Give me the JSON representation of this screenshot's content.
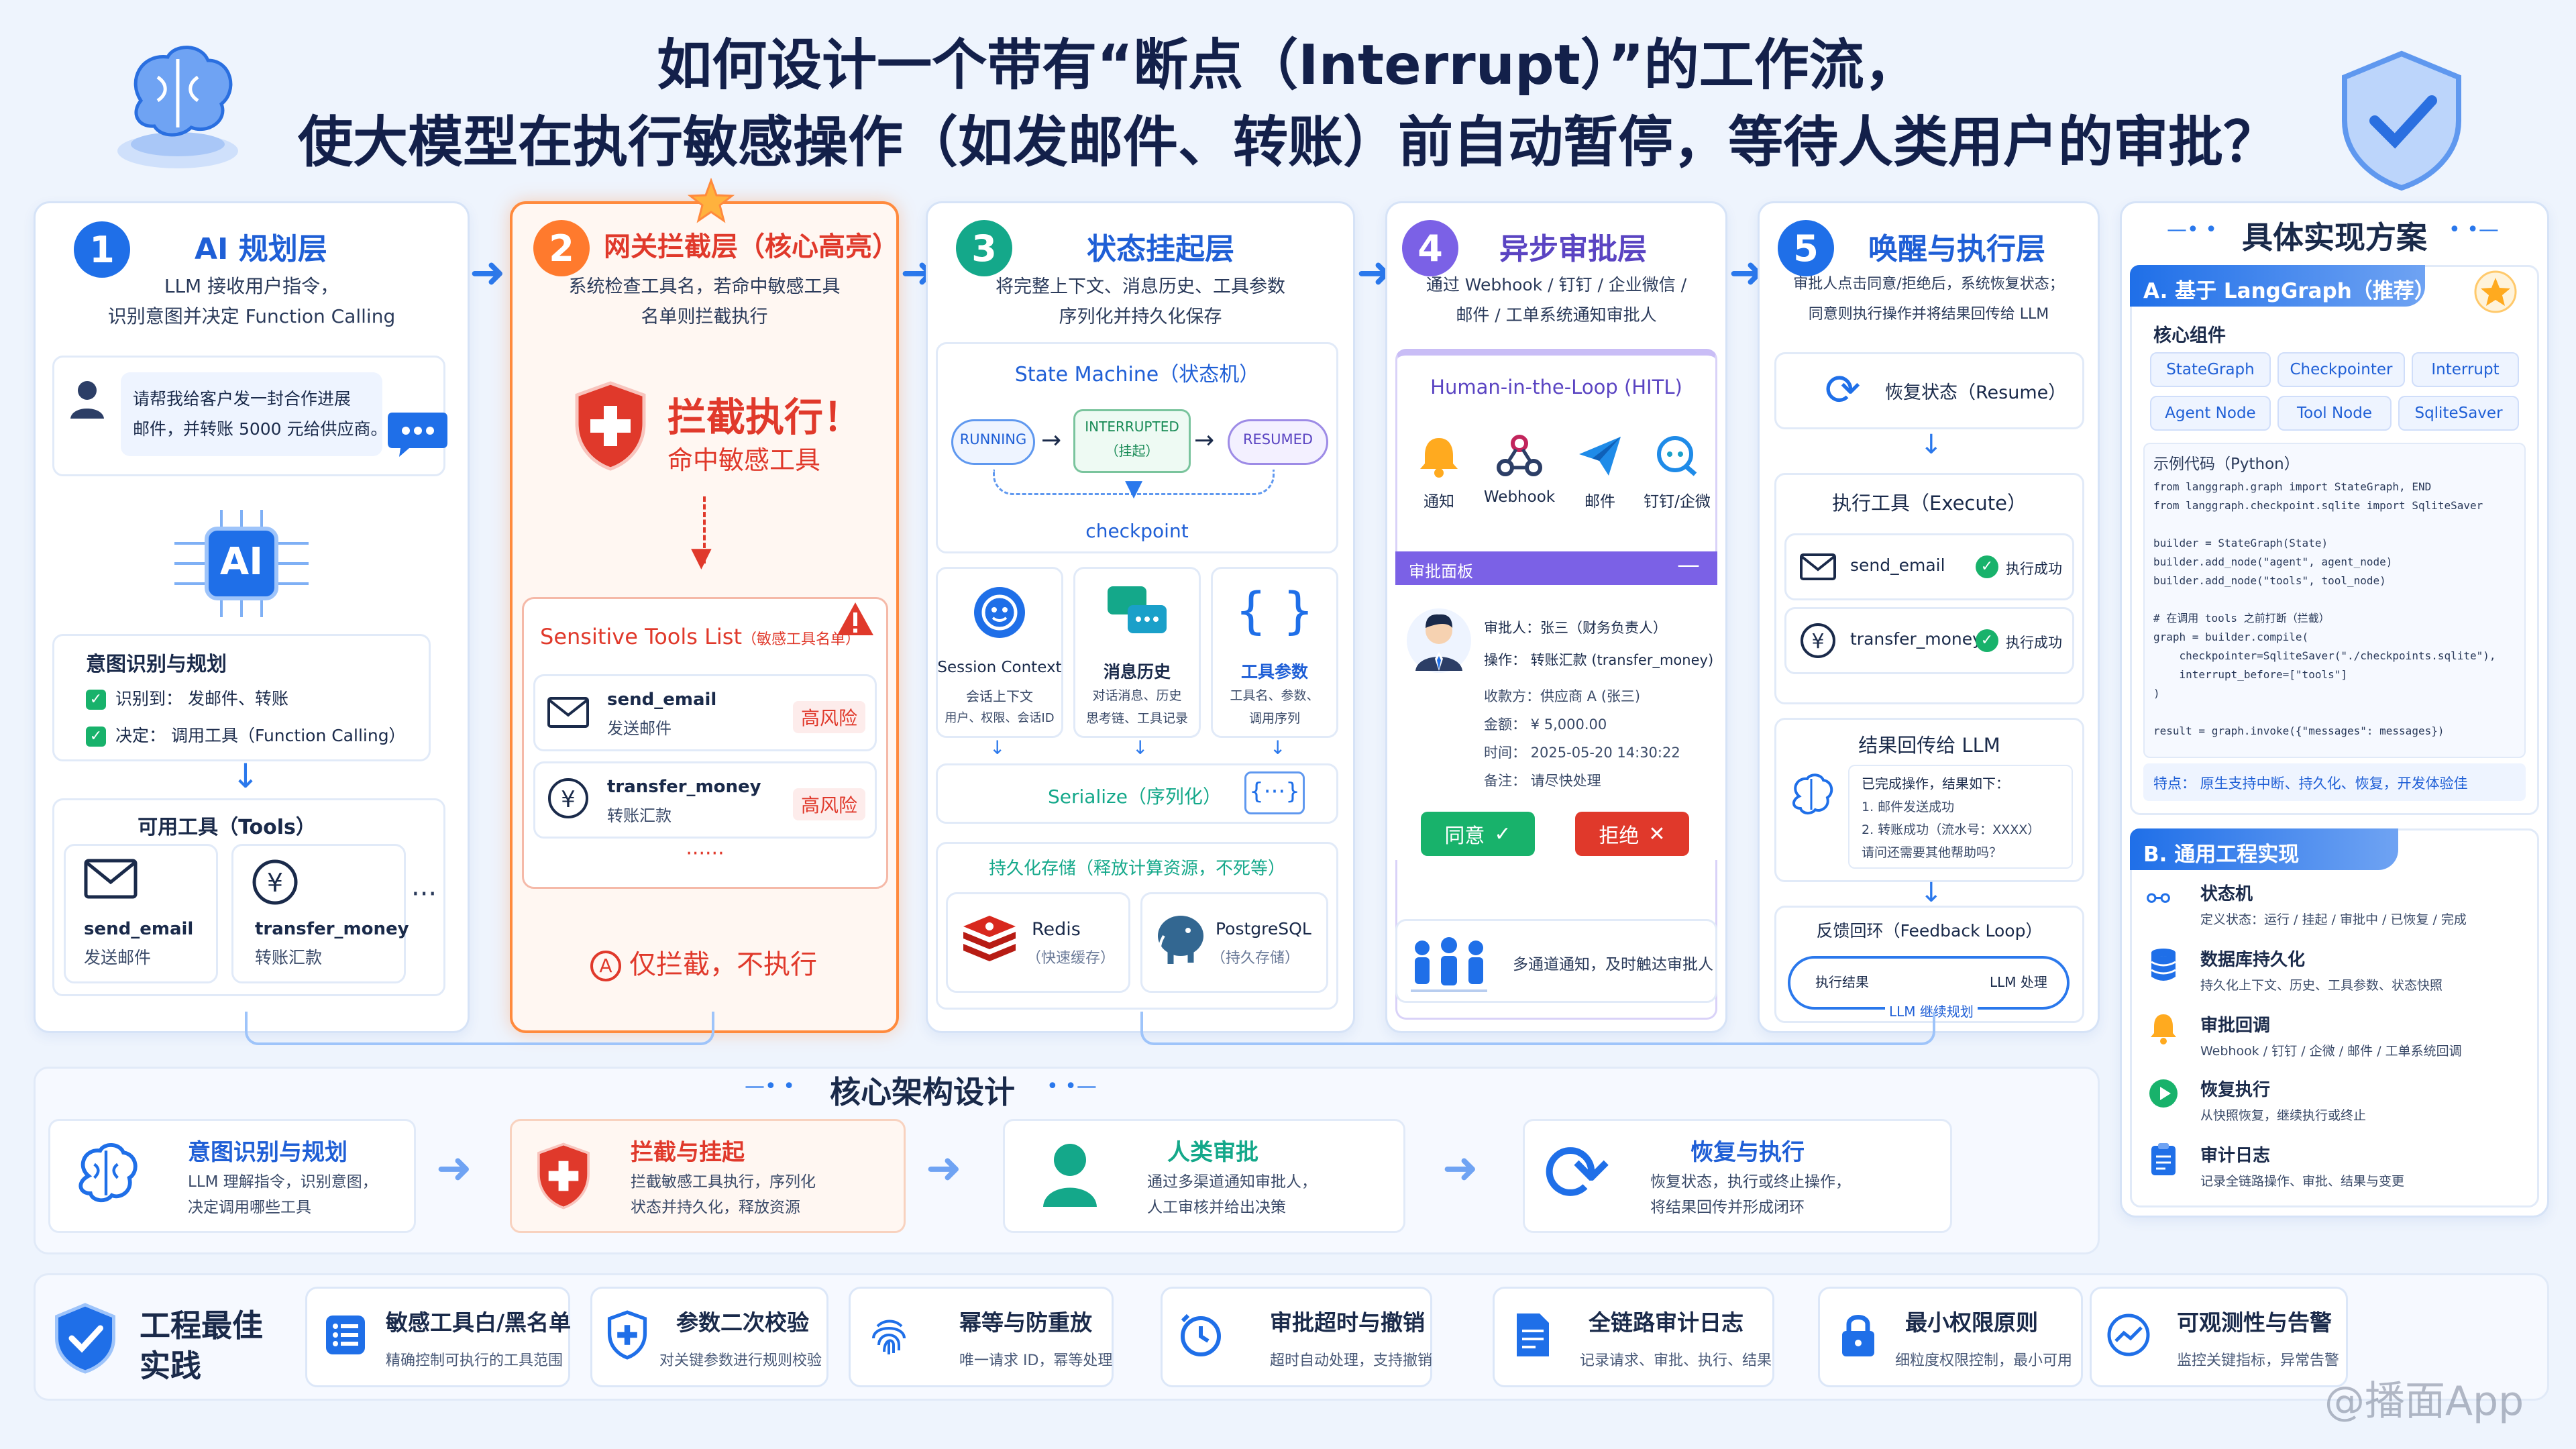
{
  "title": {
    "line1": "如何设计一个带有“断点（Interrupt）”的工作流，",
    "line2": "使大模型在执行敏感操作（如发邮件、转账）前自动暂停，等待人类用户的审批？"
  },
  "layer1": {
    "num": "1",
    "title": "AI 规划层",
    "desc1": "LLM 接收用户指令，",
    "desc2": "识别意图并决定 Function Calling",
    "chat1": "请帮我给客户发一封合作进展",
    "chat2": "邮件，并转账 5000 元给供应商。",
    "chip": "AI",
    "intent_title": "意图识别与规划",
    "intent_1": "识别到：  发邮件、转账",
    "intent_2": "决定：   调用工具（Function Calling）",
    "tools_title": "可用工具（Tools）",
    "tool1_name": "send_email",
    "tool1_desc": "发送邮件",
    "tool2_name": "transfer_money",
    "tool2_desc": "转账汇款",
    "more": "···"
  },
  "layer2": {
    "num": "2",
    "title": "网关拦截层（核心高亮）",
    "desc1": "系统检查工具名，若命中敏感工具",
    "desc2": "名单则拦截执行",
    "block_title": "拦截执行！",
    "block_sub": "命中敏感工具",
    "list_title": "Sensitive Tools List",
    "list_sub": "（敏感工具名单）",
    "item1_name": "send_email",
    "item1_desc": "发送邮件",
    "item1_risk": "高风险",
    "item2_name": "transfer_money",
    "item2_desc": "转账汇款",
    "item2_risk": "高风险",
    "dots": "······",
    "footer": "仅拦截，不执行"
  },
  "layer3": {
    "num": "3",
    "title": "状态挂起层",
    "desc1": "将完整上下文、消息历史、工具参数",
    "desc2": "序列化并持久化保存",
    "sm_title": "State Machine（状态机）",
    "s1": "RUNNING",
    "s2a": "INTERRUPTED",
    "s2b": "（挂起）",
    "s3": "RESUMED",
    "checkpoint": "checkpoint",
    "ctx_title": "Session Context",
    "ctx_1": "会话上下文",
    "ctx_2": "用户、权限、会话ID",
    "hist_title": "消息历史",
    "hist_1": "对话消息、历史",
    "hist_2": "思考链、工具记录",
    "param_title": "工具参数",
    "param_1": "工具名、参数、",
    "param_2": "调用序列",
    "serialize": "Serialize（序列化）",
    "persist": "持久化存储（释放计算资源，不死等）",
    "redis": "Redis",
    "redis_sub": "（快速缓存）",
    "pg": "PostgreSQL",
    "pg_sub": "（持久存储）"
  },
  "layer4": {
    "num": "4",
    "title": "异步审批层",
    "desc1": "通过 Webhook / 钉钉 / 企业微信 /",
    "desc2": "邮件 / 工单系统通知审批人",
    "hitl": "Human-in-the-Loop (HITL)",
    "ch1": "通知",
    "ch2": "Webhook",
    "ch3": "邮件",
    "ch4": "钉钉/企微",
    "panel": "审批面板",
    "approver": "审批人：张三（财务负责人）",
    "op": "操作：  转账汇款 (transfer_money)",
    "payee": "收款方：供应商 A (张三)",
    "amount": "金额：  ¥ 5,000.00",
    "time": "时间：  2025-05-20 14:30:22",
    "note": "备注：  请尽快处理",
    "approve": "同意",
    "reject": "拒绝",
    "multi": "多通道通知，及时触达审批人"
  },
  "layer5": {
    "num": "5",
    "title": "唤醒与执行层",
    "desc1": "审批人点击同意/拒绝后，系统恢复状态；",
    "desc2": "同意则执行操作并将结果回传给 LLM",
    "resume": "恢复状态（Resume）",
    "exec_title": "执行工具（Execute）",
    "e1": "send_email",
    "e2": "transfer_money",
    "done": "执行成功",
    "back_title": "结果回传给 LLM",
    "r1": "已完成操作，结果如下：",
    "r2": "1. 邮件发送成功",
    "r3": "2. 转账成功（流水号：XXXX）",
    "r4": "请问还需要其他帮助吗？",
    "loop_title": "反馈回环（Feedback Loop）",
    "loop_a": "执行结果",
    "loop_b": "LLM 处理",
    "loop_c": "LLM 继续规划"
  },
  "impl": {
    "title": "具体实现方案",
    "a_title": "A. 基于 LangGraph（推荐）",
    "core": "核心组件",
    "tags": [
      "StateGraph",
      "Checkpointer",
      "Interrupt",
      "Agent Node",
      "Tool Node",
      "SqliteSaver"
    ],
    "code_title": "示例代码（Python）",
    "code": [
      "from langgraph.graph import StateGraph, END",
      "from langgraph.checkpoint.sqlite import SqliteSaver",
      "",
      "builder = StateGraph(State)",
      "builder.add_node(\"agent\", agent_node)",
      "builder.add_node(\"tools\", tool_node)",
      "",
      "# 在调用 tools 之前打断（拦截）",
      "graph = builder.compile(",
      "    checkpointer=SqliteSaver(\"./checkpoints.sqlite\"),",
      "    interrupt_before=[\"tools\"]",
      ")",
      "",
      "result = graph.invoke({\"messages\": messages})"
    ],
    "feature": "特点：  原生支持中断、持久化、恢复，开发体验佳",
    "b_title": "B. 通用工程实现",
    "b_items": [
      {
        "t": "状态机",
        "d": "定义状态：运行 / 挂起 / 审批中 / 已恢复 / 完成"
      },
      {
        "t": "数据库持久化",
        "d": "持久化上下文、历史、工具参数、状态快照"
      },
      {
        "t": "审批回调",
        "d": "Webhook / 钉钉 / 企微 / 邮件 / 工单系统回调"
      },
      {
        "t": "恢复执行",
        "d": "从快照恢复，继续执行或终止"
      },
      {
        "t": "审计日志",
        "d": "记录全链路操作、审批、结果与变更"
      }
    ]
  },
  "arch": {
    "title": "核心架构设计",
    "items": [
      {
        "t": "意图识别与规划",
        "d1": "LLM 理解指令，识别意图，",
        "d2": "决定调用哪些工具"
      },
      {
        "t": "拦截与挂起",
        "d1": "拦截敏感工具执行，序列化",
        "d2": "状态并持久化，释放资源"
      },
      {
        "t": "人类审批",
        "d1": "通过多渠道通知审批人，",
        "d2": "人工审核并给出决策"
      },
      {
        "t": "恢复与执行",
        "d1": "恢复状态，执行或终止操作，",
        "d2": "将结果回传并形成闭环"
      }
    ]
  },
  "best": {
    "title1": "工程最佳",
    "title2": "实践",
    "items": [
      {
        "t": "敏感工具白/黑名单",
        "d": "精确控制可执行的工具范围"
      },
      {
        "t": "参数二次校验",
        "d": "对关键参数进行规则校验"
      },
      {
        "t": "幂等与防重放",
        "d": "唯一请求 ID，幂等处理"
      },
      {
        "t": "审批超时与撤销",
        "d": "超时自动处理，支持撤销"
      },
      {
        "t": "全链路审计日志",
        "d": "记录请求、审批、执行、结果"
      },
      {
        "t": "最小权限原则",
        "d": "细粒度权限控制，最小可用"
      },
      {
        "t": "可观测性与告警",
        "d": "监控关键指标，异常告警"
      }
    ]
  },
  "watermark": "@播面App",
  "colors": {
    "primary": "#1f6fe8",
    "danger": "#e0392b",
    "success": "#18b26b",
    "highlight": "#ff8a3d"
  }
}
